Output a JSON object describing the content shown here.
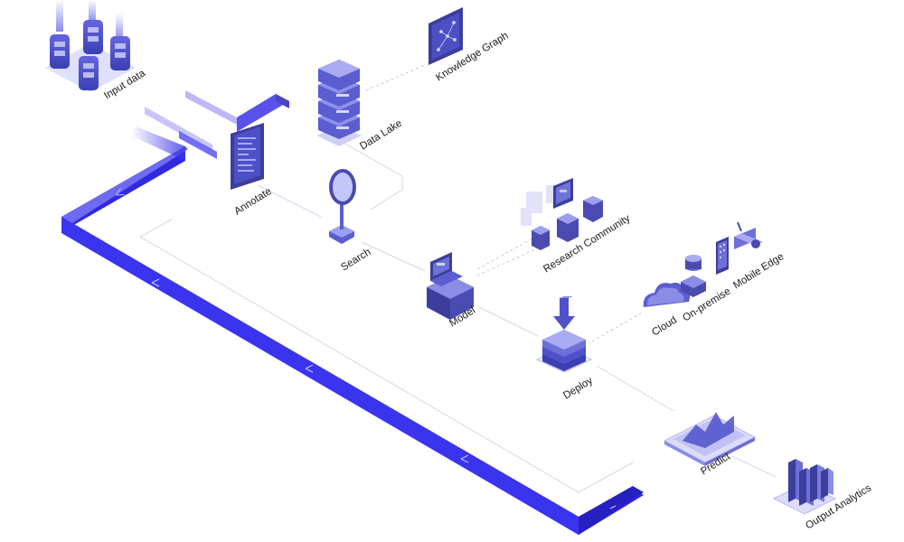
{
  "nodes": {
    "input_data": "Input data",
    "data_lake": "Data Lake",
    "knowledge_graph": "Knowledge Graph",
    "annotate": "Annotate",
    "search": "Search",
    "research_community": "Research Community",
    "model": "Model",
    "cloud": "Cloud",
    "on_premise": "On-premise",
    "mobile": "Mobile",
    "edge": "Edge",
    "deploy": "Deploy",
    "predict": "Predict",
    "output_analytics": "Output Analytics"
  },
  "colors": {
    "accent": "#3b35e8",
    "icon_dark": "#4a4bb0",
    "icon_mid": "#6d70d6",
    "icon_light": "#a9a9ef",
    "connector": "#d7d5ea"
  }
}
